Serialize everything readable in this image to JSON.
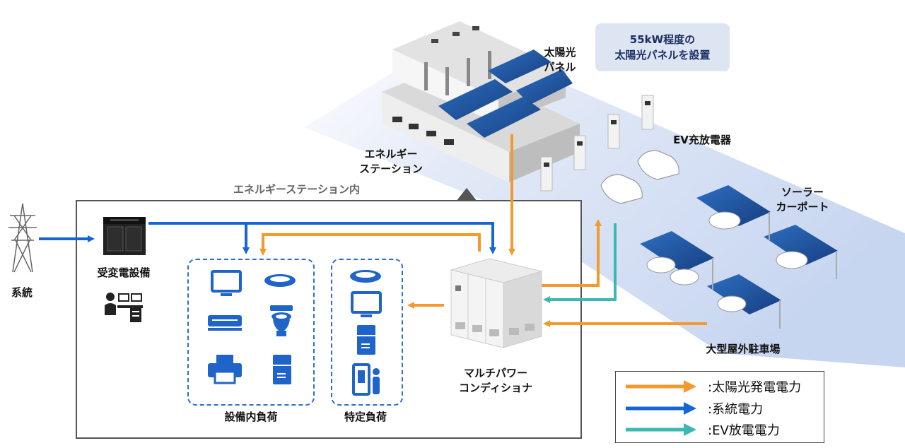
{
  "colors": {
    "solar": "#f39a2e",
    "grid": "#1565d8",
    "ev": "#3cb8b2",
    "icon_blue": "#1f64c8",
    "ground": "#cfdcf3"
  },
  "labels": {
    "solar_panel": "太陽光\nパネル",
    "bubble": "55kW程度の\n太陽光パネルを設置",
    "energy_station": "エネルギー\nステーション",
    "ev_charger": "EV充放電器",
    "solar_carport": "ソーラー\nカーポート",
    "parking": "大型屋外駐車場",
    "frame_title": "エネルギーステーション内",
    "grid": "系統",
    "substation": "受変電設備",
    "pcs": "マルチパワー\nコンディショナ",
    "facility_load": "設備内負荷",
    "specific_load": "特定負荷"
  },
  "legend": [
    {
      "label": ":太陽光発電電力",
      "color": "solar"
    },
    {
      "label": ":系統電力",
      "color": "grid"
    },
    {
      "label": ":EV放電電力",
      "color": "ev"
    }
  ],
  "icons": {
    "facility": [
      "monitor-icon",
      "ceiling-light-icon",
      "air-conditioner-icon",
      "toilet-icon",
      "printer-icon",
      "refrigerator-icon"
    ],
    "specific": [
      "ceiling-light-icon",
      "monitor-icon",
      "refrigerator-icon",
      "vending-machine-icon"
    ]
  }
}
